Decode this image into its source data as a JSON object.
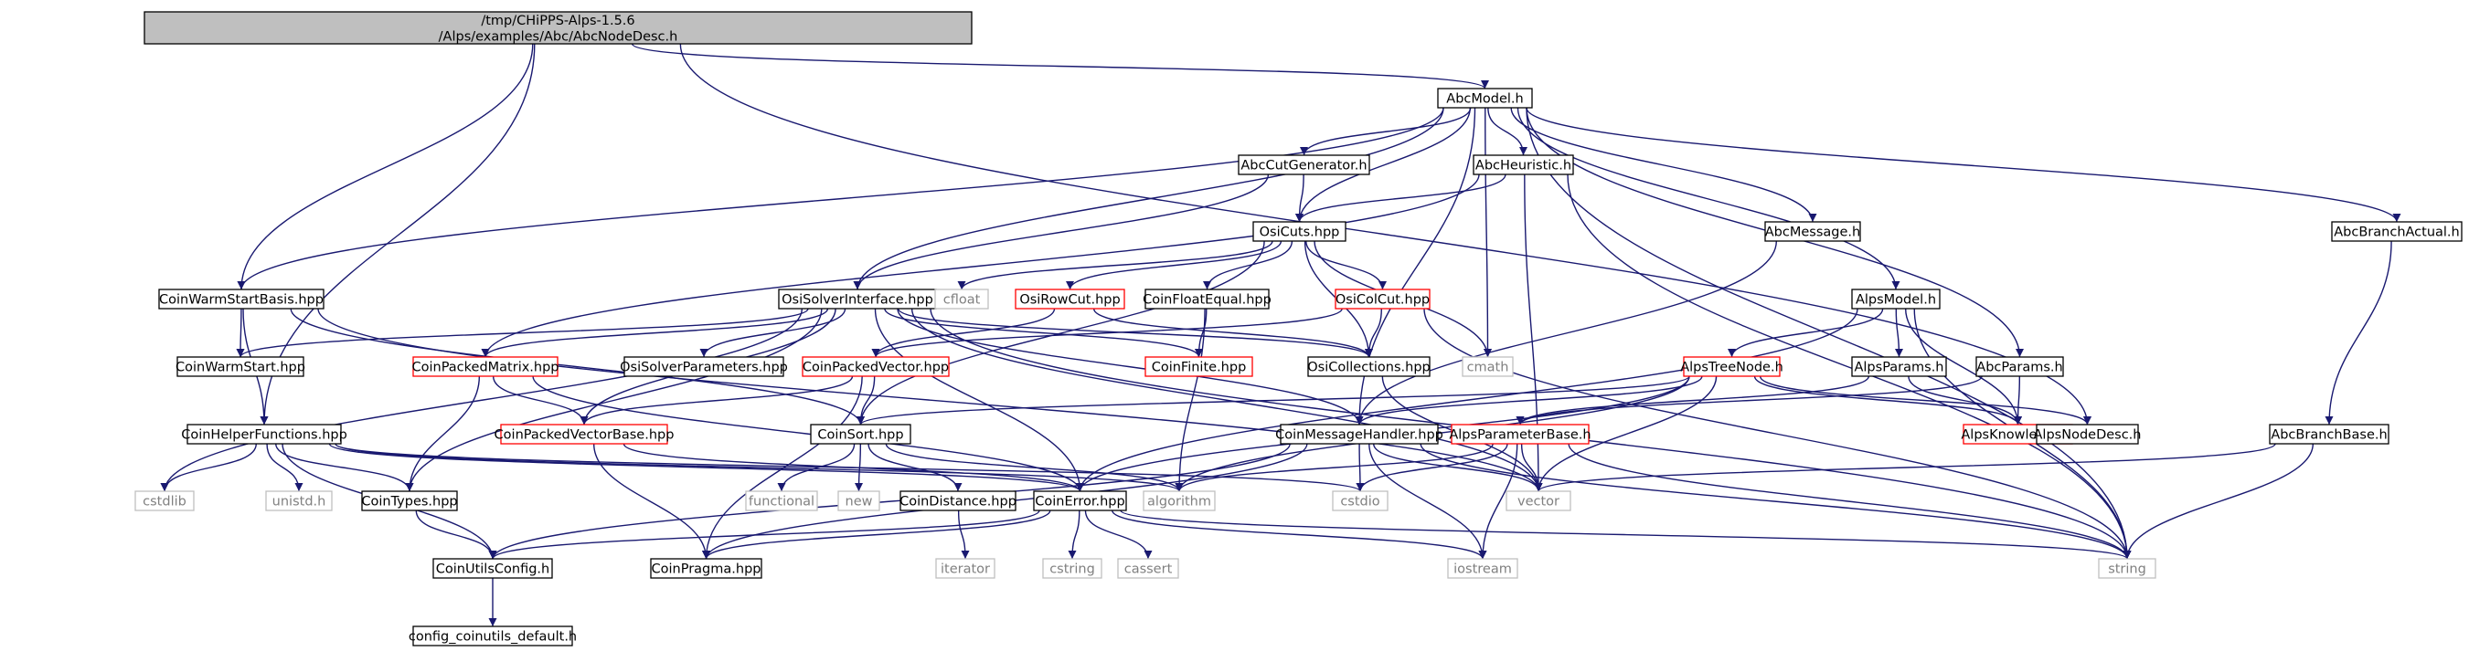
{
  "graph": {
    "nodes": [
      {
        "id": "root",
        "lines": [
          "/tmp/CHiPPS-Alps-1.5.6",
          "/Alps/examples/Abc/AbcNodeDesc.h"
        ],
        "kind": "root"
      },
      {
        "id": "abcmodel",
        "lines": [
          "AbcModel.h"
        ],
        "kind": "doc"
      },
      {
        "id": "abccutgen",
        "lines": [
          "AbcCutGenerator.h"
        ],
        "kind": "doc"
      },
      {
        "id": "abcheur",
        "lines": [
          "AbcHeuristic.h"
        ],
        "kind": "doc"
      },
      {
        "id": "osicuts",
        "lines": [
          "OsiCuts.hpp"
        ],
        "kind": "doc"
      },
      {
        "id": "abcmsg",
        "lines": [
          "AbcMessage.h"
        ],
        "kind": "doc"
      },
      {
        "id": "abcbract",
        "lines": [
          "AbcBranchActual.h"
        ],
        "kind": "doc"
      },
      {
        "id": "cwsb",
        "lines": [
          "CoinWarmStartBasis.hpp"
        ],
        "kind": "doc"
      },
      {
        "id": "osisi",
        "lines": [
          "OsiSolverInterface.hpp"
        ],
        "kind": "doc"
      },
      {
        "id": "cfloat",
        "lines": [
          "cfloat"
        ],
        "kind": "sys"
      },
      {
        "id": "osirowcut",
        "lines": [
          "OsiRowCut.hpp"
        ],
        "kind": "red"
      },
      {
        "id": "cfe",
        "lines": [
          "CoinFloatEqual.hpp"
        ],
        "kind": "doc"
      },
      {
        "id": "osicolcut",
        "lines": [
          "OsiColCut.hpp"
        ],
        "kind": "red"
      },
      {
        "id": "alpsmodel",
        "lines": [
          "AlpsModel.h"
        ],
        "kind": "doc"
      },
      {
        "id": "cws",
        "lines": [
          "CoinWarmStart.hpp"
        ],
        "kind": "doc"
      },
      {
        "id": "cpm",
        "lines": [
          "CoinPackedMatrix.hpp"
        ],
        "kind": "red"
      },
      {
        "id": "osisp",
        "lines": [
          "OsiSolverParameters.hpp"
        ],
        "kind": "doc"
      },
      {
        "id": "cpv",
        "lines": [
          "CoinPackedVector.hpp"
        ],
        "kind": "red"
      },
      {
        "id": "cfinite",
        "lines": [
          "CoinFinite.hpp"
        ],
        "kind": "red"
      },
      {
        "id": "osicoll",
        "lines": [
          "OsiCollections.hpp"
        ],
        "kind": "doc"
      },
      {
        "id": "cmath",
        "lines": [
          "cmath"
        ],
        "kind": "sys"
      },
      {
        "id": "alpstn",
        "lines": [
          "AlpsTreeNode.h"
        ],
        "kind": "red"
      },
      {
        "id": "alpsparams",
        "lines": [
          "AlpsParams.h"
        ],
        "kind": "doc"
      },
      {
        "id": "abcparams",
        "lines": [
          "AbcParams.h"
        ],
        "kind": "doc"
      },
      {
        "id": "chf",
        "lines": [
          "CoinHelperFunctions.hpp"
        ],
        "kind": "doc"
      },
      {
        "id": "cpvb",
        "lines": [
          "CoinPackedVectorBase.hpp"
        ],
        "kind": "red"
      },
      {
        "id": "csort",
        "lines": [
          "CoinSort.hpp"
        ],
        "kind": "doc"
      },
      {
        "id": "cmh",
        "lines": [
          "CoinMessageHandler.hpp"
        ],
        "kind": "doc"
      },
      {
        "id": "apb",
        "lines": [
          "AlpsParameterBase.h"
        ],
        "kind": "red"
      },
      {
        "id": "alpsknow",
        "lines": [
          "AlpsKnowledge.h"
        ],
        "kind": "red"
      },
      {
        "id": "alpsnd",
        "lines": [
          "AlpsNodeDesc.h"
        ],
        "kind": "doc"
      },
      {
        "id": "abcbrb",
        "lines": [
          "AbcBranchBase.h"
        ],
        "kind": "doc"
      },
      {
        "id": "cstdlib",
        "lines": [
          "cstdlib"
        ],
        "kind": "sys"
      },
      {
        "id": "unistd",
        "lines": [
          "unistd.h"
        ],
        "kind": "sys"
      },
      {
        "id": "ctypes",
        "lines": [
          "CoinTypes.hpp"
        ],
        "kind": "doc"
      },
      {
        "id": "functional",
        "lines": [
          "functional"
        ],
        "kind": "sys"
      },
      {
        "id": "new",
        "lines": [
          "new"
        ],
        "kind": "sys"
      },
      {
        "id": "cdist",
        "lines": [
          "CoinDistance.hpp"
        ],
        "kind": "doc"
      },
      {
        "id": "cerror",
        "lines": [
          "CoinError.hpp"
        ],
        "kind": "doc"
      },
      {
        "id": "algorithm",
        "lines": [
          "algorithm"
        ],
        "kind": "sys"
      },
      {
        "id": "cstdio",
        "lines": [
          "cstdio"
        ],
        "kind": "sys"
      },
      {
        "id": "vector",
        "lines": [
          "vector"
        ],
        "kind": "sys"
      },
      {
        "id": "cuc",
        "lines": [
          "CoinUtilsConfig.h"
        ],
        "kind": "doc"
      },
      {
        "id": "cpragma",
        "lines": [
          "CoinPragma.hpp"
        ],
        "kind": "doc"
      },
      {
        "id": "iterator",
        "lines": [
          "iterator"
        ],
        "kind": "sys"
      },
      {
        "id": "cstring",
        "lines": [
          "cstring"
        ],
        "kind": "sys"
      },
      {
        "id": "cassert",
        "lines": [
          "cassert"
        ],
        "kind": "sys"
      },
      {
        "id": "iostream",
        "lines": [
          "iostream"
        ],
        "kind": "sys"
      },
      {
        "id": "string",
        "lines": [
          "string"
        ],
        "kind": "sys"
      },
      {
        "id": "ccud",
        "lines": [
          "config_coinutils_default.h"
        ],
        "kind": "doc"
      }
    ],
    "edges": [
      [
        "root",
        "abcmodel"
      ],
      [
        "root",
        "cwsb"
      ],
      [
        "root",
        "chf"
      ],
      [
        "root",
        "alpsnd"
      ],
      [
        "abcmodel",
        "abccutgen"
      ],
      [
        "abcmodel",
        "abcheur"
      ],
      [
        "abcmodel",
        "osicuts"
      ],
      [
        "abcmodel",
        "abcmsg"
      ],
      [
        "abcmodel",
        "abcbract"
      ],
      [
        "abcmodel",
        "cwsb"
      ],
      [
        "abcmodel",
        "osisi"
      ],
      [
        "abcmodel",
        "alpsmodel"
      ],
      [
        "abcmodel",
        "abcparams"
      ],
      [
        "abcmodel",
        "cmath"
      ],
      [
        "abcmodel",
        "cmh"
      ],
      [
        "abcmodel",
        "string"
      ],
      [
        "abccutgen",
        "osicuts"
      ],
      [
        "abccutgen",
        "osisi"
      ],
      [
        "abcheur",
        "osicuts"
      ],
      [
        "abcheur",
        "cpm"
      ],
      [
        "abcheur",
        "vector"
      ],
      [
        "abcheur",
        "string"
      ],
      [
        "osicuts",
        "cfloat"
      ],
      [
        "osicuts",
        "osirowcut"
      ],
      [
        "osicuts",
        "cfe"
      ],
      [
        "osicuts",
        "osicolcut"
      ],
      [
        "osicuts",
        "osicoll"
      ],
      [
        "osicuts",
        "cmath"
      ],
      [
        "osicuts",
        "csort"
      ],
      [
        "abcmsg",
        "cmh"
      ],
      [
        "abcbract",
        "abcbrb"
      ],
      [
        "cwsb",
        "cws"
      ],
      [
        "cwsb",
        "chf"
      ],
      [
        "cwsb",
        "csort"
      ],
      [
        "cwsb",
        "vector"
      ],
      [
        "osisi",
        "cws"
      ],
      [
        "osisi",
        "cpm"
      ],
      [
        "osisi",
        "osisp"
      ],
      [
        "osisi",
        "cpvb"
      ],
      [
        "osisi",
        "cfinite"
      ],
      [
        "osisi",
        "osicoll"
      ],
      [
        "osisi",
        "cmh"
      ],
      [
        "osisi",
        "ctypes"
      ],
      [
        "osisi",
        "cerror"
      ],
      [
        "osisi",
        "cstdlib"
      ],
      [
        "osisi",
        "vector"
      ],
      [
        "osisi",
        "string"
      ],
      [
        "osirowcut",
        "cpv"
      ],
      [
        "osirowcut",
        "osicoll"
      ],
      [
        "cfe",
        "cfinite"
      ],
      [
        "cfe",
        "algorithm"
      ],
      [
        "osicolcut",
        "cpv"
      ],
      [
        "osicolcut",
        "osicoll"
      ],
      [
        "osicolcut",
        "string"
      ],
      [
        "alpsmodel",
        "alpstn"
      ],
      [
        "alpsmodel",
        "alpsparams"
      ],
      [
        "alpsmodel",
        "alpsknow"
      ],
      [
        "alpsmodel",
        "cerror"
      ],
      [
        "alpsmodel",
        "string"
      ],
      [
        "cpm",
        "cpvb"
      ],
      [
        "cpm",
        "ctypes"
      ],
      [
        "cpm",
        "cerror"
      ],
      [
        "cpv",
        "cpvb"
      ],
      [
        "cpv",
        "csort"
      ],
      [
        "cpv",
        "cpragma"
      ],
      [
        "osicoll",
        "vector"
      ],
      [
        "alpstn",
        "alpsknow"
      ],
      [
        "alpstn",
        "alpsnd"
      ],
      [
        "alpstn",
        "vector"
      ],
      [
        "alpstn",
        "algorithm"
      ],
      [
        "alpstn",
        "cerror"
      ],
      [
        "alpstn",
        "csort"
      ],
      [
        "alpstn",
        "cmh"
      ],
      [
        "alpsparams",
        "alpsknow"
      ],
      [
        "alpsparams",
        "apb"
      ],
      [
        "abcparams",
        "alpsknow"
      ],
      [
        "abcparams",
        "apb"
      ],
      [
        "chf",
        "cstdlib"
      ],
      [
        "chf",
        "unistd"
      ],
      [
        "chf",
        "ctypes"
      ],
      [
        "chf",
        "cuc"
      ],
      [
        "chf",
        "cerror"
      ],
      [
        "chf",
        "algorithm"
      ],
      [
        "chf",
        "cstdio"
      ],
      [
        "cpvb",
        "cerror"
      ],
      [
        "cpvb",
        "cpragma"
      ],
      [
        "csort",
        "functional"
      ],
      [
        "csort",
        "new"
      ],
      [
        "csort",
        "cdist"
      ],
      [
        "csort",
        "algorithm"
      ],
      [
        "cmh",
        "cstdio"
      ],
      [
        "cmh",
        "vector"
      ],
      [
        "cmh",
        "iostream"
      ],
      [
        "cmh",
        "string"
      ],
      [
        "cmh",
        "cuc"
      ],
      [
        "cmh",
        "cpragma"
      ],
      [
        "apb",
        "vector"
      ],
      [
        "apb",
        "algorithm"
      ],
      [
        "apb",
        "cstdio"
      ],
      [
        "apb",
        "iostream"
      ],
      [
        "apb",
        "string"
      ],
      [
        "abcbrb",
        "vector"
      ],
      [
        "abcbrb",
        "string"
      ],
      [
        "ctypes",
        "cuc"
      ],
      [
        "cdist",
        "iterator"
      ],
      [
        "cerror",
        "cstring"
      ],
      [
        "cerror",
        "cassert"
      ],
      [
        "cerror",
        "iostream"
      ],
      [
        "cerror",
        "string"
      ],
      [
        "cerror",
        "cuc"
      ],
      [
        "cerror",
        "cpragma"
      ],
      [
        "cuc",
        "ccud"
      ]
    ]
  }
}
